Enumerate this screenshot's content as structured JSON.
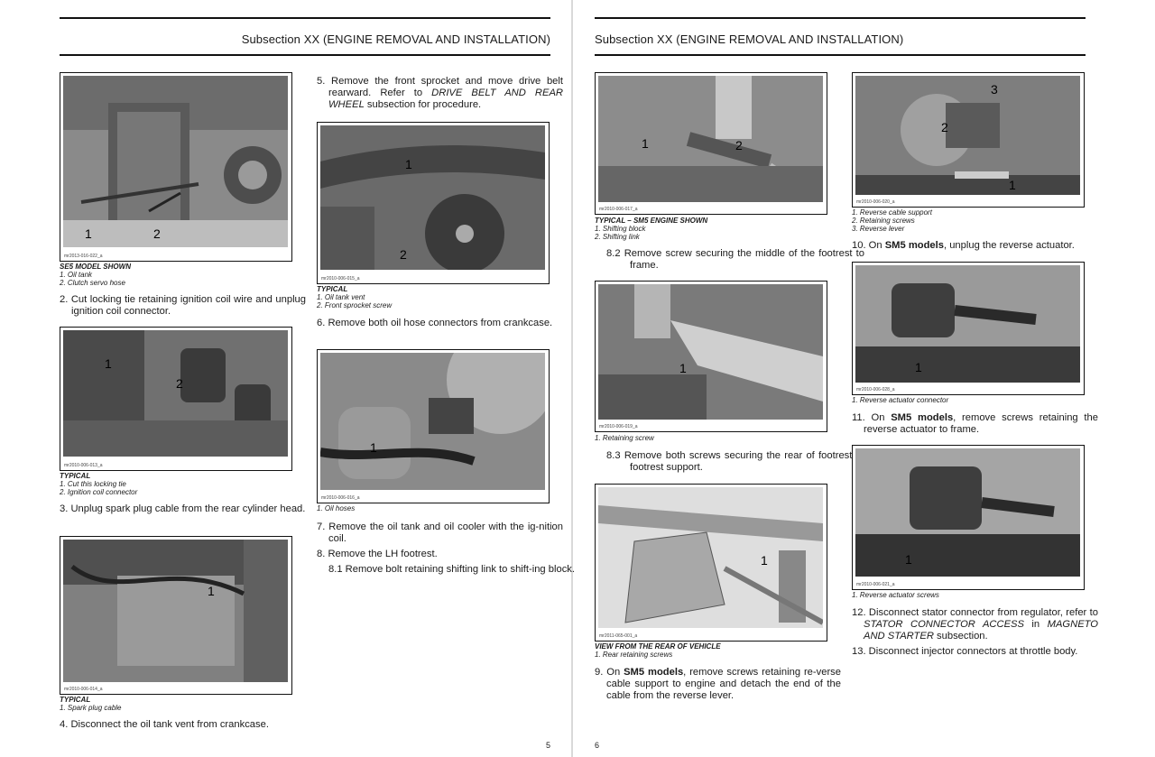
{
  "left_page": {
    "header": "Subsection XX (ENGINE REMOVAL AND INSTALLATION)",
    "page_number": "5",
    "figures": [
      {
        "code": "mr2013-016-022_a",
        "title": "SE5 MODEL SHOWN",
        "items": [
          "1.  Oil tank",
          "2.  Clutch servo hose"
        ],
        "callouts": [
          "1",
          "2"
        ]
      },
      {
        "code": "mr2010-006-013_a",
        "title": "TYPICAL",
        "items": [
          "1.  Cut this locking tie",
          "2.  Ignition coil connector"
        ],
        "callouts": [
          "1",
          "2"
        ]
      },
      {
        "code": "mr2010-006-014_a",
        "title": "TYPICAL",
        "items": [
          "1.  Spark plug cable"
        ],
        "callouts": [
          "1"
        ]
      },
      {
        "code": "mr2010-006-015_a",
        "title": "TYPICAL",
        "items": [
          "1.  Oil tank vent",
          "2.  Front sprocket screw"
        ],
        "callouts": [
          "1",
          "2"
        ]
      },
      {
        "code": "mr2010-006-016_a",
        "title": "",
        "items": [
          "1.  Oil hoses"
        ],
        "callouts": [
          "1"
        ]
      }
    ],
    "steps": {
      "s2": "2. Cut locking tie retaining ignition coil wire and unplug ignition coil connector.",
      "s3": "3. Unplug spark plug cable from the rear cylinder head.",
      "s4": "4. Disconnect the oil tank vent from crankcase.",
      "s5a": "5. Remove the front sprocket and move drive belt rearward. Refer to ",
      "s5ref": "DRIVE BELT AND REAR WHEEL",
      "s5b": " subsection for procedure.",
      "s6": "6. Remove both oil hose connectors from crankcase.",
      "s7": "7. Remove the oil tank and oil cooler with the ig-nition coil.",
      "s8": "8. Remove the LH footrest.",
      "s81": "8.1  Remove bolt retaining shifting link to shift-ing block."
    }
  },
  "right_page": {
    "header": "Subsection XX (ENGINE REMOVAL AND INSTALLATION)",
    "page_number": "6",
    "figures": [
      {
        "code": "mr2010-006-017_a",
        "title": "TYPICAL – SM5 ENGINE SHOWN",
        "items": [
          "1.  Shifting block",
          "2.  Shifting link"
        ],
        "callouts": [
          "1",
          "2"
        ]
      },
      {
        "code": "mr2010-006-019_a",
        "title": "",
        "items": [
          "1.  Retaining screw"
        ],
        "callouts": [
          "1"
        ]
      },
      {
        "code": "mr2011-065-001_a",
        "title": "VIEW FROM THE REAR OF VEHICLE",
        "items": [
          "1.  Rear retaining screws"
        ],
        "callouts": [
          "1"
        ]
      },
      {
        "code": "mr2010-006-020_a",
        "title": "",
        "items": [
          "1.  Reverse cable support",
          "2.  Retaining screws",
          "3.  Reverse lever"
        ],
        "callouts": [
          "1",
          "2",
          "3"
        ]
      },
      {
        "code": "mr2010-006-028_a",
        "title": "",
        "items": [
          "1.  Reverse actuator connector"
        ],
        "callouts": [
          "1"
        ]
      },
      {
        "code": "mr2010-006-021_a",
        "title": "",
        "items": [
          "1.  Reverse actuator screws"
        ],
        "callouts": [
          "1"
        ]
      }
    ],
    "steps": {
      "s82": "8.2  Remove screw securing the middle of the footrest to frame.",
      "s83": "8.3  Remove both screws securing the rear of footrest to footrest support.",
      "s9a": "9. On ",
      "s9b": "SM5 models",
      "s9c": ", remove screws retaining re-verse cable support to engine and detach the end of the cable from the reverse lever.",
      "s10a": "10. On ",
      "s10b": "SM5 models",
      "s10c": ", unplug the reverse actuator.",
      "s11a": "11. On ",
      "s11b": "SM5 models",
      "s11c": ", remove screws retaining the reverse actuator to frame.",
      "s12a": "12. Disconnect stator connector from regulator, refer to ",
      "s12ref": "STATOR CONNECTOR ACCESS",
      "s12b": " in ",
      "s12ref2": "MAGNETO AND STARTER",
      "s12c": " subsection.",
      "s13": "13. Disconnect injector connectors at throttle body."
    }
  }
}
